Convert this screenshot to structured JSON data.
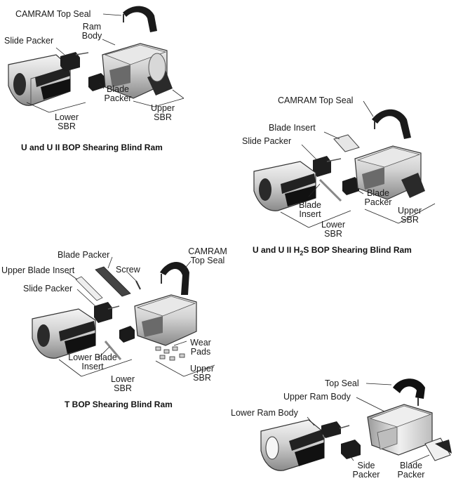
{
  "diagram1": {
    "caption": "U and U II BOP Shearing Blind Ram",
    "labels": {
      "top_seal": "CAMRAM Top Seal",
      "ram_body_1": "Ram",
      "ram_body_2": "Body",
      "slide_packer": "Slide Packer",
      "blade_packer_1": "Blade",
      "blade_packer_2": "Packer",
      "upper_sbr_1": "Upper",
      "upper_sbr_2": "SBR",
      "lower_sbr_1": "Lower",
      "lower_sbr_2": "SBR"
    }
  },
  "diagram2": {
    "caption_pre": "U and U II H",
    "caption_sub": "2",
    "caption_post": "S BOP Shearing Blind Ram",
    "labels": {
      "top_seal": "CAMRAM Top Seal",
      "blade_insert_top": "Blade Insert",
      "slide_packer": "Slide Packer",
      "blade_insert_1": "Blade",
      "blade_insert_2": "Insert",
      "blade_packer_1": "Blade",
      "blade_packer_2": "Packer",
      "lower_sbr_1": "Lower",
      "lower_sbr_2": "SBR",
      "upper_sbr_1": "Upper",
      "upper_sbr_2": "SBR"
    }
  },
  "diagram3": {
    "caption": "T BOP Shearing Blind Ram",
    "labels": {
      "blade_packer": "Blade Packer",
      "upper_blade_insert": "Upper Blade Insert",
      "screw": "Screw",
      "top_seal_1": "CAMRAM",
      "top_seal_2": "Top Seal",
      "slide_packer": "Slide Packer",
      "wear_pads_1": "Wear",
      "wear_pads_2": "Pads",
      "lower_blade_insert_1": "Lower Blade",
      "lower_blade_insert_2": "Insert",
      "lower_sbr_1": "Lower",
      "lower_sbr_2": "SBR",
      "upper_sbr_1": "Upper",
      "upper_sbr_2": "SBR"
    }
  },
  "diagram4": {
    "labels": {
      "top_seal": "Top Seal",
      "upper_ram_body": "Upper Ram Body",
      "lower_ram_body": "Lower Ram Body",
      "side_packer_1": "Side",
      "side_packer_2": "Packer",
      "blade_packer_1": "Blade",
      "blade_packer_2": "Packer"
    }
  }
}
